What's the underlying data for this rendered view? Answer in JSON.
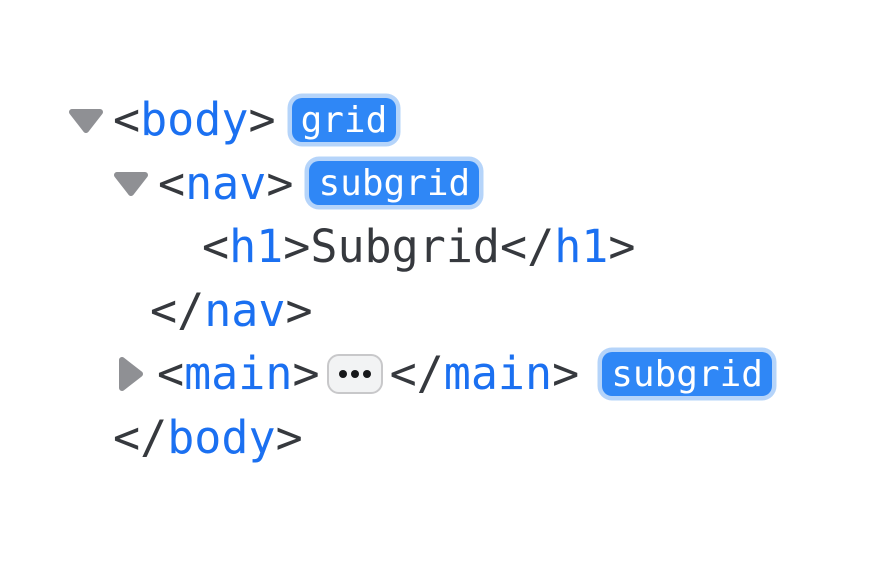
{
  "colors": {
    "tag_blue": "#1b70f1",
    "text_dark": "#36393e",
    "badge_bg": "#2f87f6",
    "badge_halo": "#b5d4fa",
    "badge_text": "#ffffff",
    "triangle_gray": "#8f9094",
    "ellipsis_bg": "#f2f3f4",
    "ellipsis_border": "#c8c8ca",
    "ellipsis_dot": "#17181a",
    "page_bg": "#ffffff"
  },
  "icons": {
    "disclosure_expanded": "triangle-down",
    "disclosure_collapsed": "triangle-right",
    "ellipsis": "..."
  },
  "rows": {
    "body_open": {
      "lt": "<",
      "tag": "body",
      "gt": ">",
      "badge": "grid"
    },
    "nav_open": {
      "lt": "<",
      "tag": "nav",
      "gt": ">",
      "badge": "subgrid"
    },
    "h1_line": {
      "lt": "<",
      "tag": "h1",
      "gt": ">",
      "text": "Subgrid",
      "close_lt": "</",
      "close_tag": "h1",
      "close_gt": ">"
    },
    "nav_close": {
      "lt": "</",
      "tag": "nav",
      "gt": ">"
    },
    "main_line": {
      "lt": "<",
      "tag": "main",
      "gt": ">",
      "close_lt": "</",
      "close_tag": "main",
      "close_gt": ">",
      "badge": "subgrid"
    },
    "body_close": {
      "lt": "</",
      "tag": "body",
      "gt": ">"
    }
  }
}
